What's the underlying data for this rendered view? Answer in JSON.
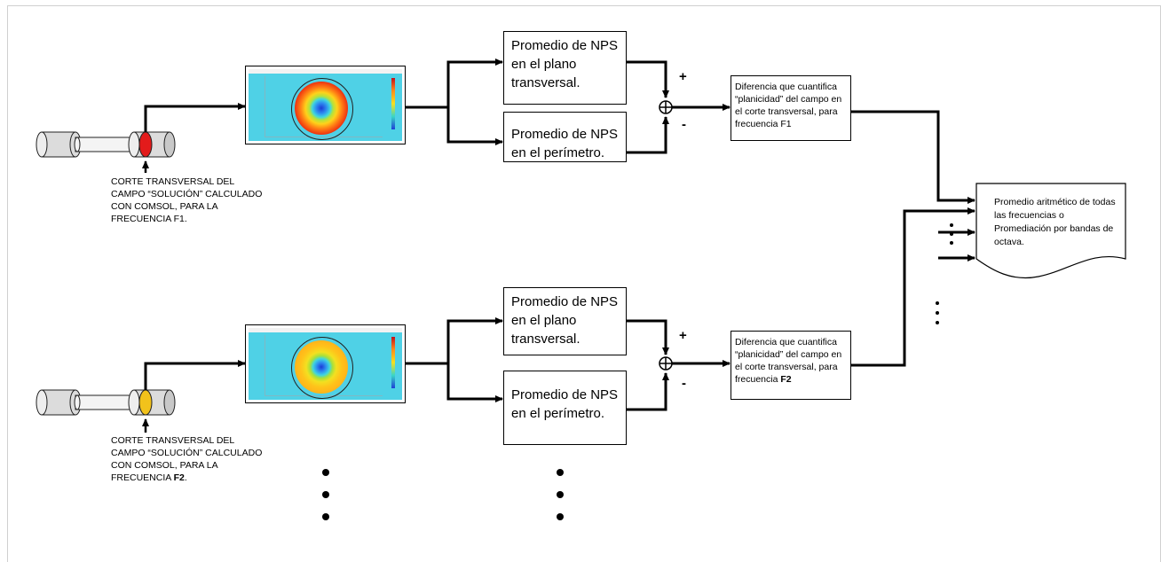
{
  "branch1": {
    "caption": [
      "CORTE TRANSVERSAL DEL",
      "CAMPO “SOLUCIÓN” CALCULADO",
      "CON COMSOL, PARA LA",
      "FRECUENCIA F1."
    ],
    "box_plane": "Promedio de NPS en el plano transversal.",
    "box_perimeter": "Promedio de NPS en el perímetro.",
    "plus": "+",
    "minus": "-",
    "result_text": "Diferencia que cuantifica “planicidad” del campo en el corte transversal, para frecuencia F1",
    "slice_color": "#e31b1b"
  },
  "branch2": {
    "caption_lines": [
      "CORTE TRANSVERSAL DEL",
      "CAMPO “SOLUCIÓN” CALCULADO",
      "CON COMSOL, PARA LA"
    ],
    "caption_last_prefix": "FRECUENCIA ",
    "caption_last_bold": "F2",
    "caption_last_suffix": ".",
    "box_plane": "Promedio de NPS en el plano transversal.",
    "box_perimeter": "Promedio de NPS en el perímetro.",
    "plus": "+",
    "minus": "-",
    "result_prefix": "Diferencia que cuantifica “planicidad” del campo en el corte transversal, para frecuencia ",
    "result_bold": "F2",
    "slice_color": "#f2c21b"
  },
  "final_box": {
    "text": "Promedio aritmético de todas las frecuencias o Promediación por bandas de octava."
  }
}
